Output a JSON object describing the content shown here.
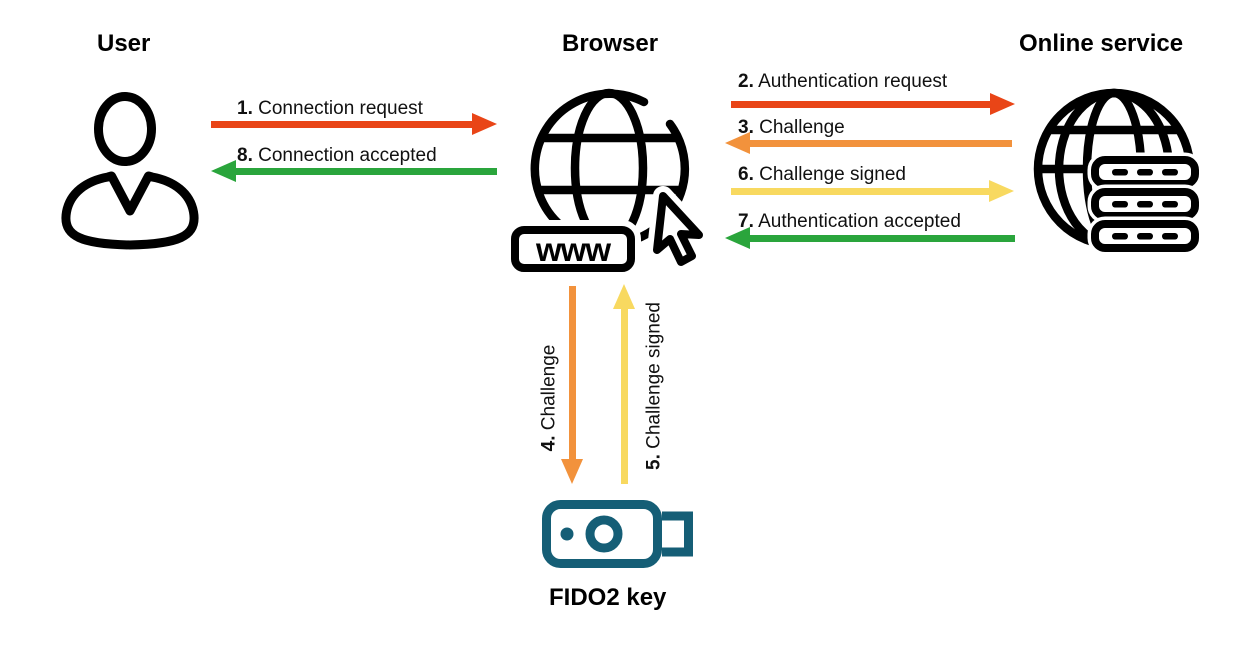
{
  "nodes": [
    {
      "id": "user",
      "label": "User",
      "icon": "person-icon"
    },
    {
      "id": "browser",
      "label": "Browser",
      "icon": "globe-www-cursor-icon",
      "icon_text": "www"
    },
    {
      "id": "online-service",
      "label": "Online service",
      "icon": "globe-servers-icon"
    },
    {
      "id": "fido2-key",
      "label": "FIDO2 key",
      "icon": "usb-security-key-icon"
    }
  ],
  "arrows": [
    {
      "num": "1.",
      "text": "Connection request",
      "from": "user",
      "to": "browser",
      "direction": "right",
      "color": "#e94517"
    },
    {
      "num": "2.",
      "text": "Authentication request",
      "from": "browser",
      "to": "online-service",
      "direction": "right",
      "color": "#e94517"
    },
    {
      "num": "3.",
      "text": "Challenge",
      "from": "online-service",
      "to": "browser",
      "direction": "left",
      "color": "#f2923c"
    },
    {
      "num": "4.",
      "text": "Challenge",
      "from": "browser",
      "to": "fido2-key",
      "direction": "down",
      "color": "#f2923c"
    },
    {
      "num": "5.",
      "text": "Challenge signed",
      "from": "fido2-key",
      "to": "browser",
      "direction": "up",
      "color": "#f8d960"
    },
    {
      "num": "6.",
      "text": "Challenge signed",
      "from": "browser",
      "to": "online-service",
      "direction": "right",
      "color": "#f8d960"
    },
    {
      "num": "7.",
      "text": "Authentication accepted",
      "from": "online-service",
      "to": "browser",
      "direction": "left",
      "color": "#2aa53c"
    },
    {
      "num": "8.",
      "text": "Connection accepted",
      "from": "browser",
      "to": "user",
      "direction": "left",
      "color": "#2aa53c"
    }
  ],
  "palette": {
    "step_red_orange": "#e94517",
    "step_orange": "#f2923c",
    "step_yellow": "#f8d960",
    "step_green": "#2aa53c",
    "key_teal": "#155e76",
    "icon_black": "#000000",
    "background": "#ffffff"
  }
}
